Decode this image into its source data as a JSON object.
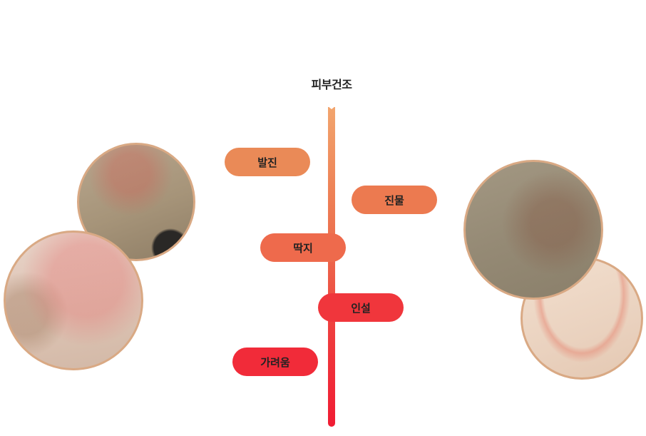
{
  "title": "피부건조",
  "timeline": {
    "gradient_top": "#f2a56e",
    "gradient_bottom": "#f01c33"
  },
  "symptoms": [
    {
      "label": "발진",
      "color": "#ea8a57"
    },
    {
      "label": "진물",
      "color": "#ec7a50"
    },
    {
      "label": "딱지",
      "color": "#ee6a4c"
    },
    {
      "label": "인설",
      "color": "#f0363c"
    },
    {
      "label": "가려움",
      "color": "#f12b39"
    }
  ],
  "images": {
    "left_top": "skin-rash-photo",
    "left_bottom": "skin-rash-closeup-photo",
    "right_top": "skin-oozing-photo",
    "right_bottom": "skin-scaling-photo"
  }
}
